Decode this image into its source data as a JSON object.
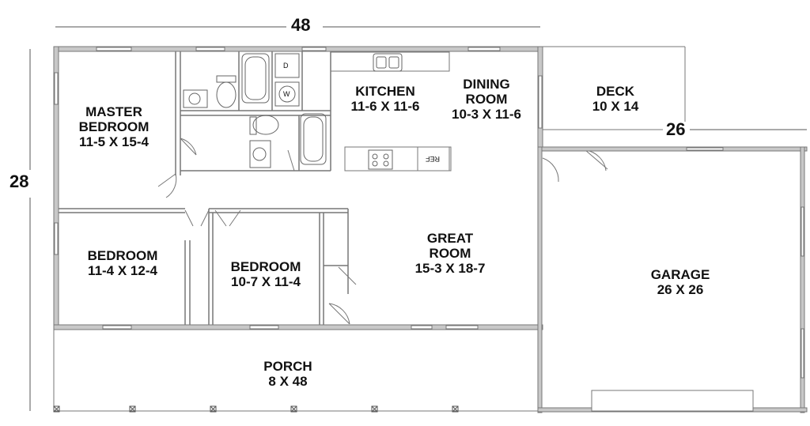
{
  "dimensions": {
    "top": "48",
    "left": "28",
    "right": "26"
  },
  "rooms": {
    "master_bedroom": {
      "name_line1": "MASTER",
      "name_line2": "BEDROOM",
      "size": "11-5 X 15-4"
    },
    "kitchen": {
      "name": "KITCHEN",
      "size": "11-6 X 11-6"
    },
    "dining_room": {
      "name_line1": "DINING",
      "name_line2": "ROOM",
      "size": "10-3 X 11-6"
    },
    "deck": {
      "name": "DECK",
      "size": "10  X 14"
    },
    "bedroom_1": {
      "name": "BEDROOM",
      "size": "11-4 X 12-4"
    },
    "bedroom_2": {
      "name": "BEDROOM",
      "size": "10-7 X 11-4"
    },
    "great_room": {
      "name_line1": "GREAT",
      "name_line2": "ROOM",
      "size": "15-3 X 18-7"
    },
    "garage": {
      "name": "GARAGE",
      "size": "26 X 26"
    },
    "porch": {
      "name": "PORCH",
      "size": "8 X 48"
    }
  },
  "fixtures": {
    "dryer": "D",
    "washer": "W",
    "refrigerator": "REF"
  },
  "colors": {
    "wall": "#9a9a9a",
    "wall_fill": "#c8c8c8",
    "line": "#555555",
    "text": "#111111"
  }
}
